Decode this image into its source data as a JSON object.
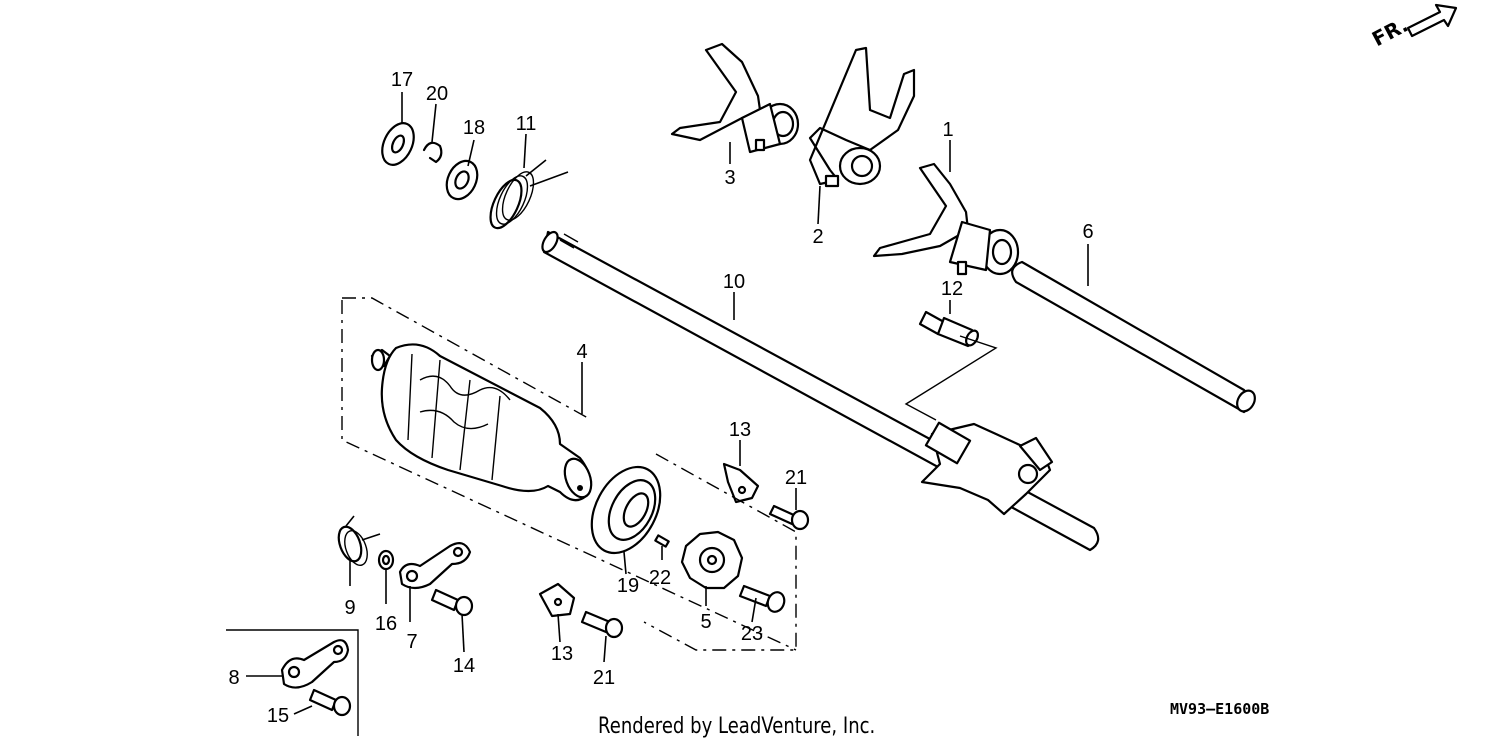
{
  "diagram": {
    "direction_label": "FR.",
    "drawing_code": "MV93–E1600B",
    "credit": "Rendered by LeadVenture, Inc.",
    "callouts": [
      "17",
      "20",
      "18",
      "11",
      "3",
      "2",
      "1",
      "10",
      "6",
      "12",
      "4",
      "13",
      "21",
      "9",
      "16",
      "7",
      "19",
      "22",
      "5",
      "23",
      "14",
      "13",
      "21",
      "8",
      "15"
    ]
  }
}
